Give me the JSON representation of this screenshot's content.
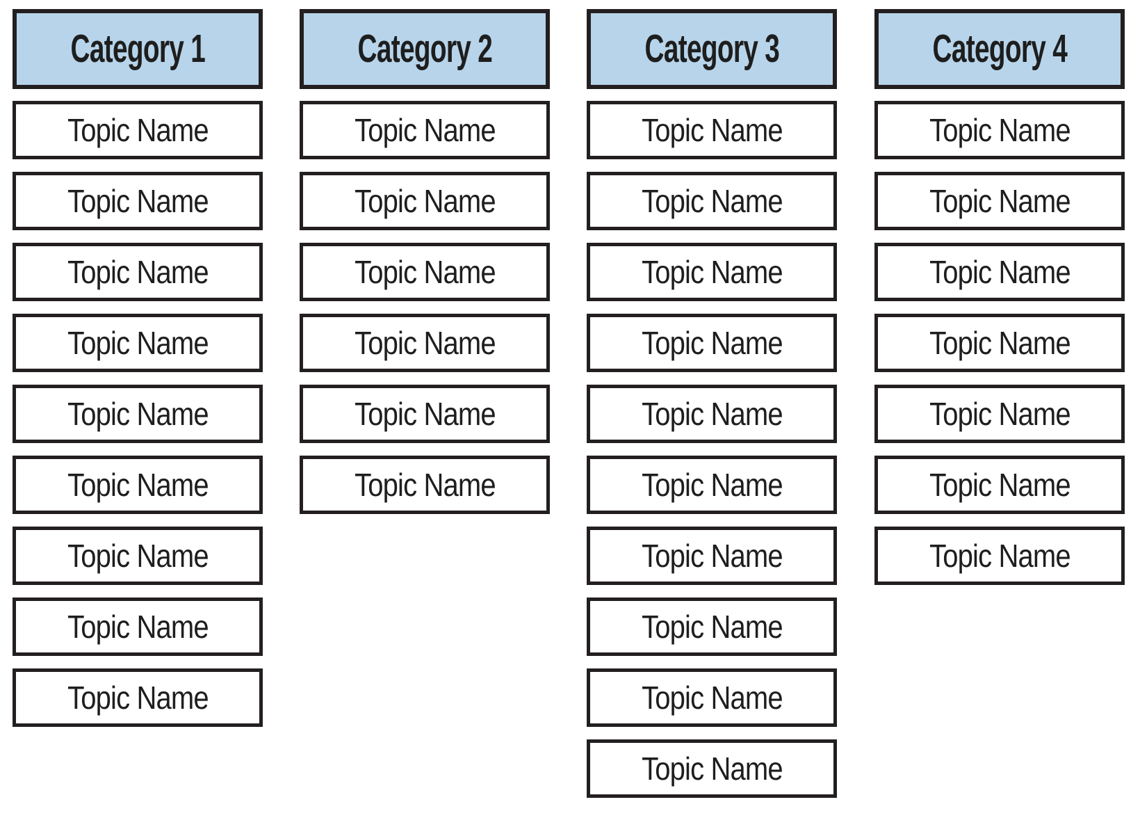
{
  "board": {
    "colors": {
      "background": "#ffffff",
      "header_fill": "#b7d4ea",
      "card_fill": "#ffffff",
      "border": "#231f20",
      "text": "#1e1e1e"
    },
    "categories": [
      {
        "label": "Category 1",
        "topics": [
          "Topic Name",
          "Topic Name",
          "Topic Name",
          "Topic Name",
          "Topic Name",
          "Topic Name",
          "Topic Name",
          "Topic Name",
          "Topic Name"
        ]
      },
      {
        "label": "Category 2",
        "topics": [
          "Topic Name",
          "Topic Name",
          "Topic Name",
          "Topic Name",
          "Topic Name",
          "Topic Name"
        ]
      },
      {
        "label": "Category 3",
        "topics": [
          "Topic Name",
          "Topic Name",
          "Topic Name",
          "Topic Name",
          "Topic Name",
          "Topic Name",
          "Topic Name",
          "Topic Name",
          "Topic Name",
          "Topic Name"
        ]
      },
      {
        "label": "Category 4",
        "topics": [
          "Topic Name",
          "Topic Name",
          "Topic Name",
          "Topic Name",
          "Topic Name",
          "Topic Name",
          "Topic Name"
        ]
      }
    ]
  }
}
